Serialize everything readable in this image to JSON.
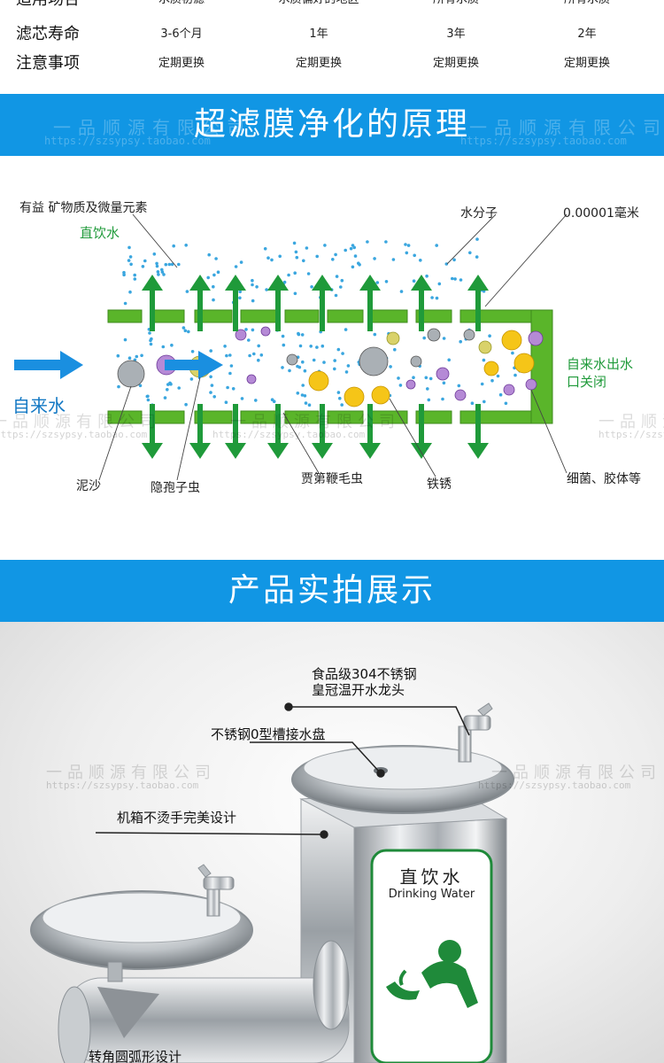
{
  "spec_table": {
    "rows": [
      {
        "head": "适用场合",
        "values": [
          "水质初滤",
          "水质偏好的地区",
          "所有水质",
          "所有水质"
        ]
      },
      {
        "head": "滤芯寿命",
        "values": [
          "3-6个月",
          "1年",
          "3年",
          "2年"
        ]
      },
      {
        "head": "注意事项",
        "values": [
          "定期更换",
          "定期更换",
          "定期更换",
          "定期更换"
        ]
      }
    ]
  },
  "watermark": {
    "shop_name": "一品顺源有限公司",
    "shop_url": "https://szsypsy.taobao.com"
  },
  "section1": {
    "title": "超滤膜净化的原理"
  },
  "diagram": {
    "labels": {
      "minerals": "有益 矿物质及微量元素",
      "direct_drink": "直饮水",
      "water_molecule": "水分子",
      "pore_size": "0.00001毫米",
      "tap_water": "自来水",
      "outlet_closed_1": "自来水出水",
      "outlet_closed_2": "口关闭",
      "sand": "泥沙",
      "cryptosporidium": "隐孢子虫",
      "giardia": "贾第鞭毛虫",
      "rust": "铁锈",
      "bacteria": "细菌、胶体等"
    },
    "colors": {
      "membrane": "#5ab52a",
      "arrow_green": "#1f9a3a",
      "arrow_blue": "#1a8fe0"
    }
  },
  "section2": {
    "title": "产品实拍展示"
  },
  "product": {
    "callouts": {
      "faucet_1": "食品级304不锈钢",
      "faucet_2": "皇冠温开水龙头",
      "basin": "不锈钢0型槽接水盘",
      "cabinet": "机箱不烫手完美设计",
      "corner": "转角圆弧形设计"
    },
    "sign": {
      "cn": "直饮水",
      "en": "Drinking Water"
    }
  }
}
